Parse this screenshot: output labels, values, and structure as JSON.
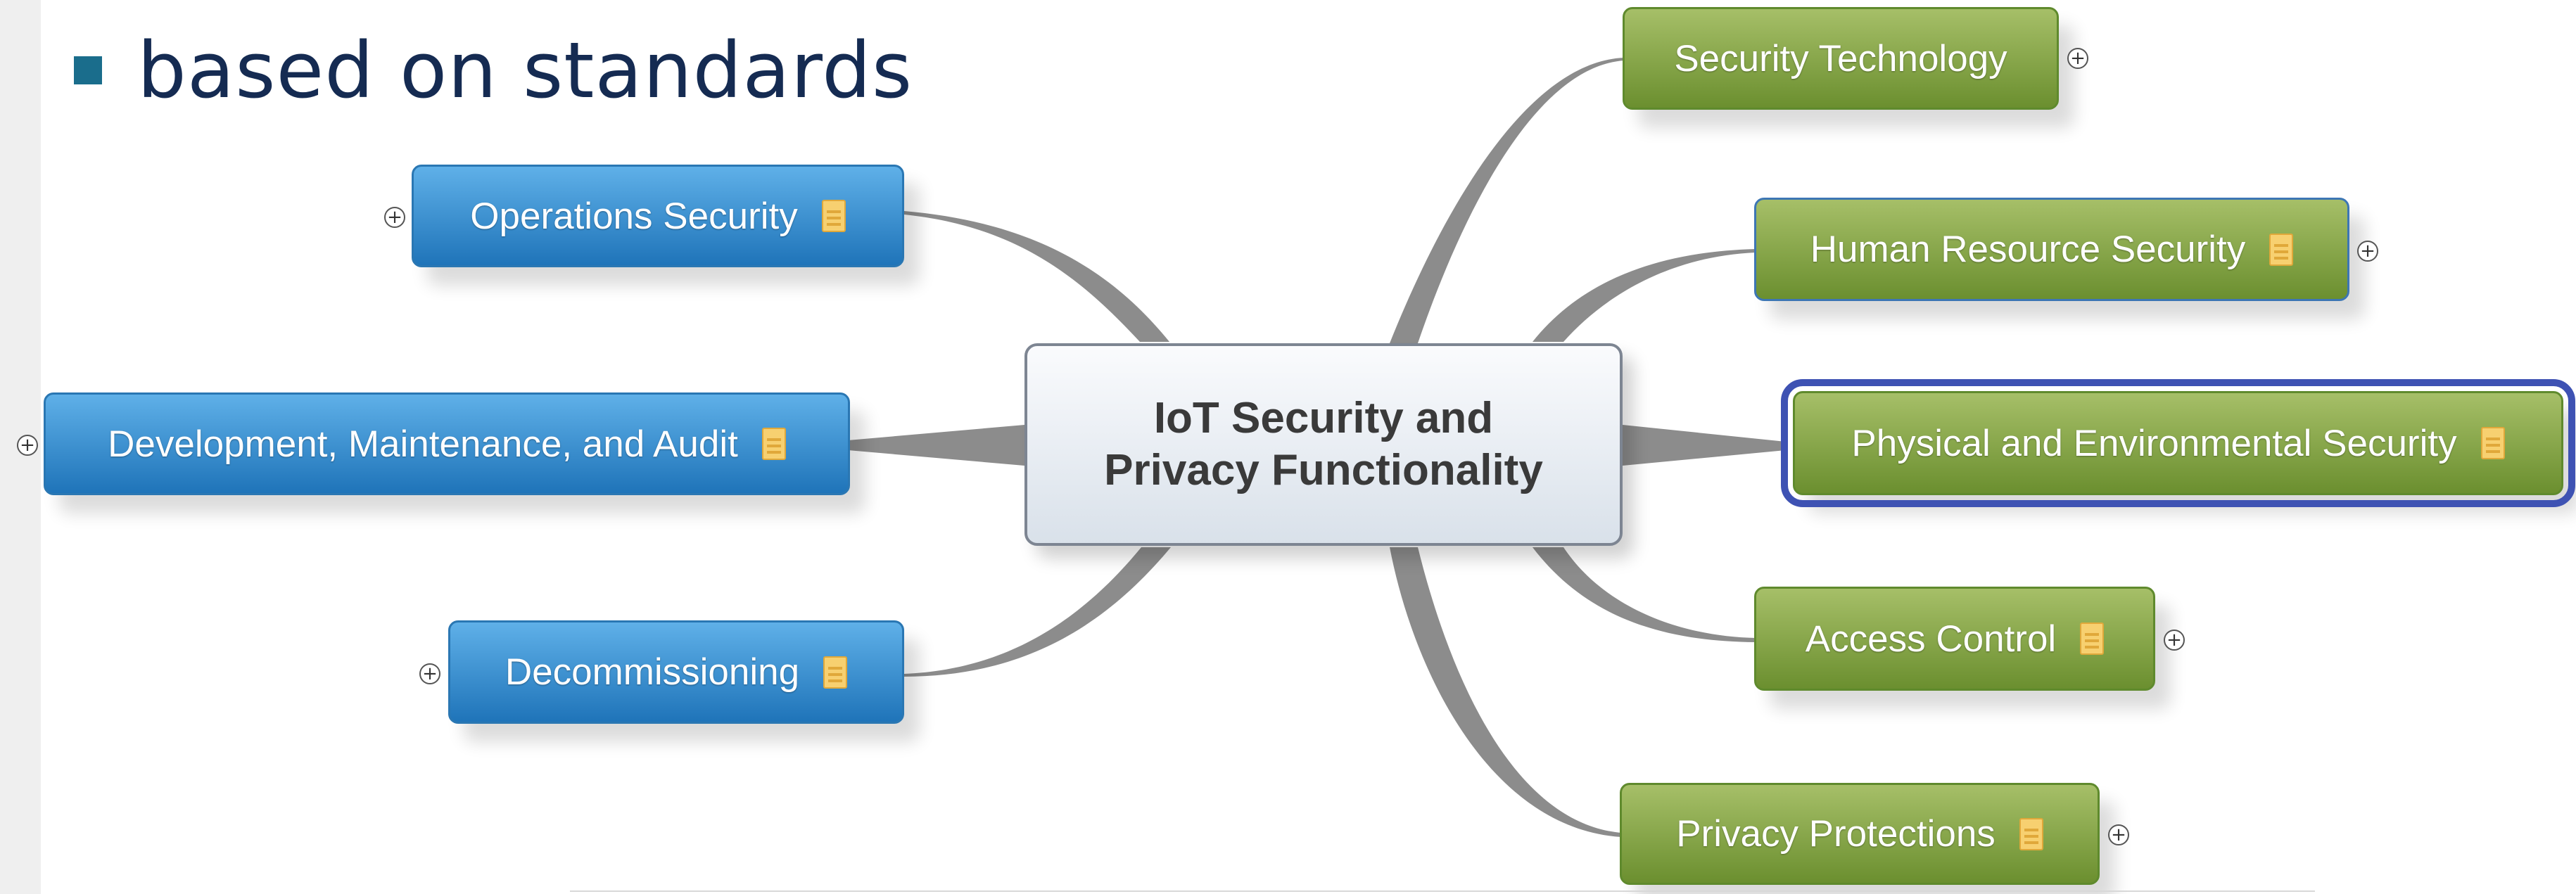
{
  "slide": {
    "bullet_text": "based on standards"
  },
  "mindmap": {
    "central": {
      "line1": "IoT Security and",
      "line2": "Privacy Functionality"
    },
    "left_nodes": [
      {
        "label": "Operations Security",
        "has_note": true,
        "expand_symbol": "+"
      },
      {
        "label": "Development, Maintenance, and Audit",
        "has_note": true,
        "expand_symbol": "+"
      },
      {
        "label": "Decommissioning",
        "has_note": true,
        "expand_symbol": "+"
      }
    ],
    "right_nodes": [
      {
        "label": "Security Technology",
        "has_note": false,
        "expand_symbol": "+"
      },
      {
        "label": "Human Resource Security",
        "has_note": true,
        "expand_symbol": "+"
      },
      {
        "label": "Physical and Environmental Security",
        "has_note": true,
        "selected": true
      },
      {
        "label": "Access Control",
        "has_note": true,
        "expand_symbol": "+"
      },
      {
        "label": "Privacy Protections",
        "has_note": true,
        "expand_symbol": "+"
      }
    ]
  },
  "colors": {
    "left_node": "#2f8ad0",
    "right_node": "#86a64a",
    "central_border": "#7d8592",
    "selection_outline": "#3e52b3",
    "branch": "#8c8c8c",
    "note_icon": "#f7d070",
    "bullet": "#1a6d8c",
    "bullet_text": "#152b52"
  },
  "icons": {
    "note": "note-icon",
    "expand": "expand-icon",
    "bullet": "bullet-square-icon"
  }
}
